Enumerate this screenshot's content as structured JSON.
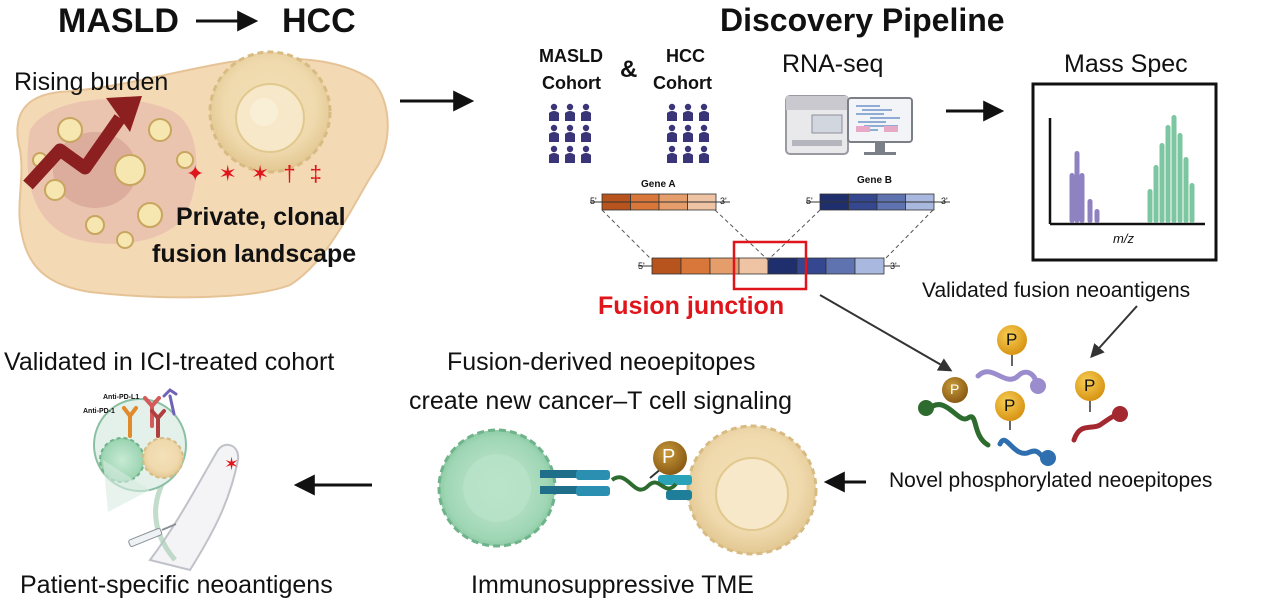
{
  "header": {
    "masld": "MASLD",
    "hcc": "HCC",
    "pipeline_title": "Discovery Pipeline"
  },
  "liver": {
    "rising_burden": "Rising burden",
    "landscape_line1": "Private, clonal",
    "landscape_line2": "fusion landscape",
    "fusion_markers": [
      "✦",
      "✶",
      "✶",
      "†",
      "‡"
    ]
  },
  "cohorts": {
    "masld_line1": "MASLD",
    "masld_line2": "Cohort",
    "ampersand": "&",
    "hcc_line1": "HCC",
    "hcc_line2": "Cohort"
  },
  "rnaseq": {
    "label": "RNA-seq"
  },
  "mass_spec": {
    "label": "Mass Spec",
    "xlabel": "m/z"
  },
  "fusion": {
    "gene_a": "Gene A",
    "gene_b": "Gene B",
    "five_prime": "5'",
    "three_prime": "3'",
    "junction_label": "Fusion junction"
  },
  "labels": {
    "validated_fusion_neoantigens": "Validated fusion neoantigens",
    "novel_phosphorylated": "Novel phosphorylated neoepitopes",
    "fusion_derived_line1": "Fusion-derived neoepitopes",
    "fusion_derived_line2": "create new cancer–T cell signaling",
    "immunosuppressive_tme": "Immunosuppressive TME",
    "validated_ici": "Validated in ICI-treated cohort",
    "patient_specific": "Patient-specific neoantigens",
    "anti_pdl1": "Anti-PD-L1",
    "anti_pd1": "Anti-PD-1",
    "phospho_symbol": "P"
  },
  "colors": {
    "junction_red": "#e0141b",
    "gene_a": [
      "#b7531d",
      "#d9773a",
      "#e59d6c",
      "#efc4a4"
    ],
    "gene_b": [
      "#1f2f6e",
      "#34478f",
      "#5f73b0",
      "#a9b8de"
    ],
    "cohort_people": "#3a3578",
    "ms_purple": "#8f82c0",
    "ms_green": "#7cc6a1",
    "liver": "#f4d9b5",
    "tcell": "#9fd6b4",
    "phospho_gold": "#e8a623",
    "burden_arrow": "#8c1f1f"
  }
}
